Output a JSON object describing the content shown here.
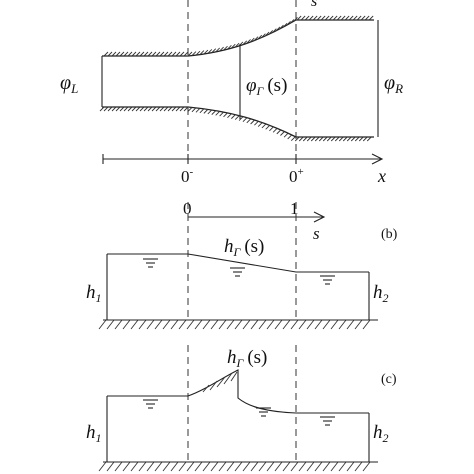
{
  "panel_a": {
    "phi": "φ",
    "sub_L": "L",
    "sub_R": "R",
    "sub_Gamma": "Γ",
    "s_arg": "(s)",
    "top_s": "s",
    "tick_left": "0",
    "tick_left_sup": "-",
    "tick_right": "0",
    "tick_right_sup": "+",
    "axis_x": "x"
  },
  "panel_b": {
    "tick_0": "0",
    "tick_1": "1",
    "axis_s": "s",
    "panel_label": "(b)",
    "h": "h",
    "sub_Gamma": "Γ",
    "s_arg": "(s)",
    "sub_1": "1",
    "sub_2": "2"
  },
  "panel_c": {
    "panel_label": "(c)",
    "h": "h",
    "sub_Gamma": "Γ",
    "s_arg": "(s)",
    "sub_1": "1",
    "sub_2": "2"
  }
}
